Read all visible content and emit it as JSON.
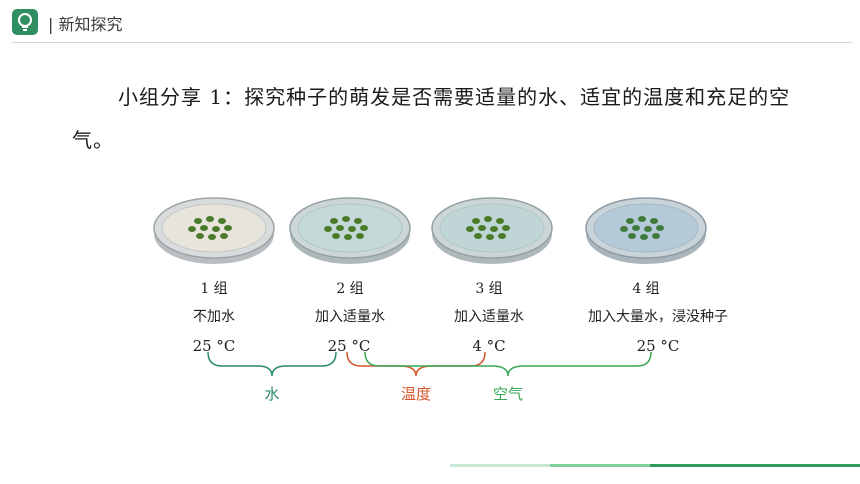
{
  "header": {
    "title": "| 新知探究",
    "icon": "lightbulb-icon",
    "accent": "#2f8f63"
  },
  "intro": "小组分享 1：探究种子的萌发是否需要适量的水、适宜的温度和充足的空气。",
  "groups": [
    {
      "name": "1 组",
      "condition": "不加水",
      "temperature": "25 °C",
      "water": "none"
    },
    {
      "name": "2 组",
      "condition": "加入适量水",
      "temperature": "25 °C",
      "water": "moderate"
    },
    {
      "name": "3 组",
      "condition": "加入适量水",
      "temperature": "4 °C",
      "water": "moderate"
    },
    {
      "name": "4 组",
      "condition": "加入大量水，浸没种子",
      "temperature": "25 °C",
      "water": "submerged"
    }
  ],
  "comparisons": [
    {
      "label": "水",
      "color": "#2a8a6a"
    },
    {
      "label": "温度",
      "color": "#d4552a"
    },
    {
      "label": "空气",
      "color": "#3aa655"
    }
  ],
  "colors": {
    "water_brace": "#2a8a6a",
    "temperature_brace": "#d4552a",
    "air_brace": "#3aa655",
    "footer_light": "#c9e9d6",
    "footer_mid": "#7fcf9f",
    "footer_dark": "#2f9b5f"
  }
}
